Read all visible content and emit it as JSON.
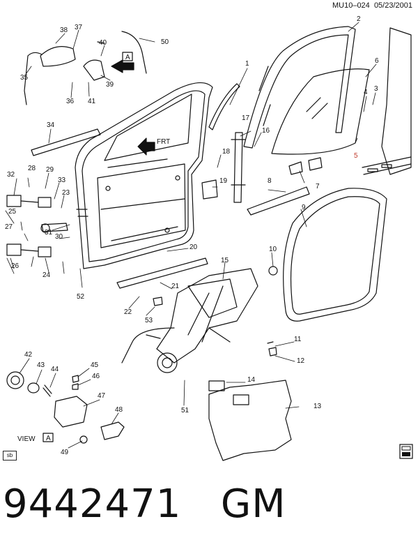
{
  "header": {
    "code": "MU10–024",
    "date": "05/23/2001"
  },
  "diagram": {
    "fwd_label": "FRT",
    "view_label": "VIEW",
    "view_letter": "A",
    "callout_letter": "A",
    "highlight_color": "#c0392b",
    "callouts": [
      "1",
      "2",
      "3",
      "4",
      "5",
      "6",
      "7",
      "8",
      "9",
      "10",
      "11",
      "12",
      "13",
      "14",
      "15",
      "16",
      "17",
      "18",
      "19",
      "20",
      "21",
      "22",
      "23",
      "24",
      "25",
      "26",
      "27",
      "28",
      "29",
      "30",
      "31",
      "32",
      "33",
      "34",
      "35",
      "36",
      "37",
      "38",
      "39",
      "40",
      "41",
      "42",
      "43",
      "44",
      "45",
      "46",
      "47",
      "48",
      "49",
      "50",
      "51",
      "52",
      "53"
    ]
  },
  "footer": {
    "part_number": "9442471",
    "brand": "GM",
    "sb_tag": "sb",
    "book_icon": "book-icon"
  }
}
